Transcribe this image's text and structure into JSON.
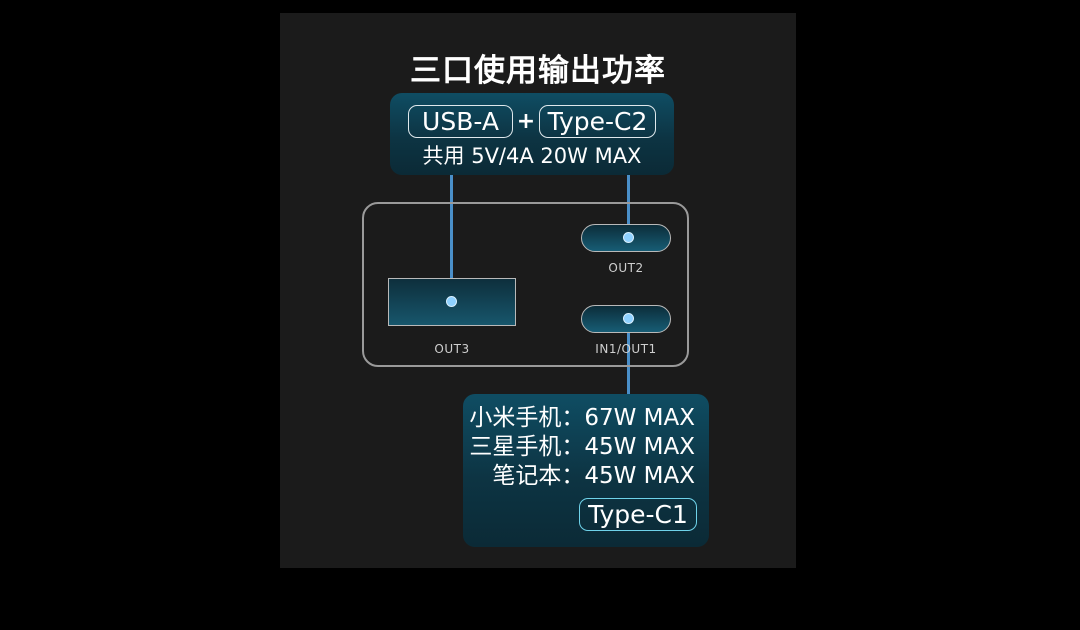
{
  "title": "三口使用输出功率",
  "top_box": {
    "port_a": "USB-A",
    "plus": "+",
    "port_c2": "Type-C2",
    "shared_output": "共用 5V/4A 20W MAX"
  },
  "device": {
    "out2_label": "OUT2",
    "out3_label": "OUT3",
    "in1out1_label": "IN1/OUT1"
  },
  "bottom_box": {
    "specs": [
      "小米手机：67W MAX",
      "三星手机：45W MAX",
      "笔记本：45W MAX"
    ],
    "port_c1": "Type-C1"
  },
  "colors": {
    "background": "#000000",
    "panel": "#1b1b1b",
    "box_gradient_top": "#0f4d63",
    "connector_line": "#4a8fc9",
    "dot": "#8fd1ff"
  }
}
